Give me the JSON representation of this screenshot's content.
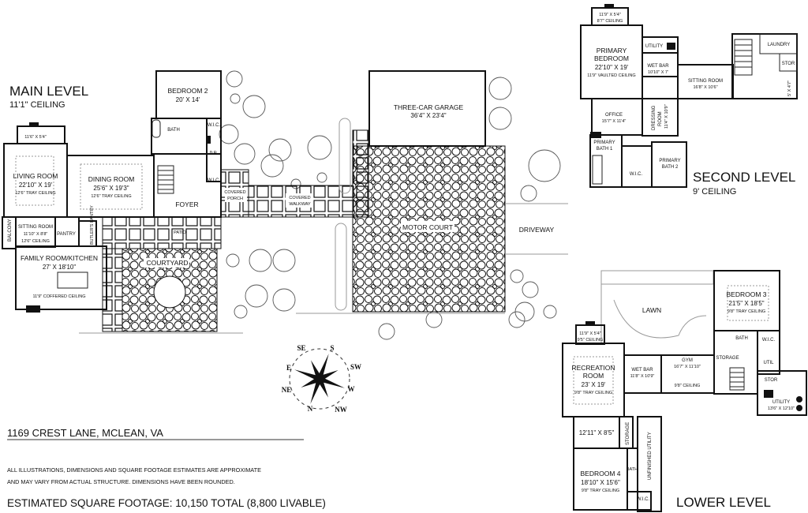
{
  "main_level": {
    "title": "MAIN LEVEL",
    "ceiling": "11'1\" CEILING",
    "bay_dims": "11'6\" X 5'4\"",
    "living_room": {
      "name": "LIVING ROOM",
      "dims": "22'10\" X 19'",
      "ceiling": "12'6\" TRAY CEILING"
    },
    "dining_room": {
      "name": "DINING ROOM",
      "dims": "25'6\" X 19'3\"",
      "ceiling": "12'6\" TRAY CEILING"
    },
    "bedroom_2": {
      "name": "BEDROOM 2",
      "dims": "20' X 14'"
    },
    "bath": "BATH",
    "wic_1": "W.I.C.",
    "wic_2": "W.I.C.",
    "powder_room": "P.R.",
    "foyer": "FOYER",
    "covered_porch": [
      "COVERED",
      "PORCH"
    ],
    "covered_walkway": [
      "COVERED",
      "WALKWAY"
    ],
    "sitting_room": {
      "name": "SITTING ROOM",
      "dims": "11'10\" X 8'8\"",
      "ceiling": "12'6\" CEILING"
    },
    "balcony": "BALCONY",
    "pantry": "PANTRY",
    "butlers_pantry": "BUTLER'S PANTRY",
    "family_room": {
      "name": "FAMILY ROOM/KITCHEN",
      "dims": "27' X 18'10\"",
      "ceiling": "11'9\" COFFERED CEILING"
    },
    "patio": "PATIO",
    "courtyard": "COURTYARD"
  },
  "site": {
    "garage": {
      "name": "THREE-CAR GARAGE",
      "dims": "36'4\" X 23'4\""
    },
    "motor_court": "MOTOR COURT",
    "driveway": "DRIVEWAY"
  },
  "second_level": {
    "title": "SECOND LEVEL",
    "ceiling": "9' CEILING",
    "bay": {
      "dims": "11'9\" X 5'4\"",
      "ceiling": "8'7\" CEILING"
    },
    "primary_bedroom": {
      "name": [
        "PRIMARY",
        "BEDROOM"
      ],
      "dims": "22'10\" X 19'",
      "ceiling": "11'9\" VAULTED CEILING"
    },
    "utility": "UTILITY",
    "wet_bar": {
      "name": "WET BAR",
      "dims": "10'10\" X 7'"
    },
    "sitting_room": {
      "name": "SITTING ROOM",
      "dims": "16'8\" X 10'6\""
    },
    "laundry": "LAUNDRY",
    "stor": "STOR",
    "closet_dims": "5' X 4'7\"",
    "office": {
      "name": "OFFICE",
      "dims": "15'7\" X 11'4\""
    },
    "dressing_room": {
      "name": [
        "DRESSING",
        "ROOM"
      ],
      "dims": "11'4\" X 10'9\""
    },
    "primary_bath_1": [
      "PRIMARY",
      "BATH 1"
    ],
    "wic": "W.I.C.",
    "primary_bath_2": [
      "PRIMARY",
      "BATH 2"
    ]
  },
  "lower_level": {
    "title": "LOWER LEVEL",
    "lawn": "LAWN",
    "bedroom_3": {
      "name": "BEDROOM 3",
      "dims": "21'5\" X 18'5\"",
      "ceiling": "9'8\" TRAY CEILING"
    },
    "bay": {
      "dims": "11'9\" X 5'4\"",
      "ceiling": "9'5\" CEILING"
    },
    "recreation_room": {
      "name": [
        "RECREATION",
        "ROOM"
      ],
      "dims": "23' X 19'",
      "ceiling": "9'8\" TRAY CEILING"
    },
    "wet_bar": {
      "name": "WET BAR",
      "dims": "11'8\" X 10'9\""
    },
    "gym": {
      "name": "GYM",
      "dims": "16'7\" X 11'10\"",
      "ceiling": "9'8\" CEILING"
    },
    "bath": "BATH",
    "wic": "W.I.C.",
    "storage": "STORAGE",
    "util": "UTIL",
    "stor": "STOR",
    "utility": {
      "name": "UTILITY",
      "dims": "13'6\" X 12'10\""
    },
    "small_room_dims": "12'11\" X 8'5\"",
    "storage_2": "STORAGE",
    "unfinished_utility": "UNFINISHED UTILITY",
    "bedroom_4": {
      "name": "BEDROOM 4",
      "dims": "18'10\" X 15'6\"",
      "ceiling": "9'8\" TRAY CEILING"
    },
    "bath_2": "BATH",
    "wic_2": "W.I.C."
  },
  "compass": {
    "N": "N",
    "NE": "NE",
    "E": "E",
    "SE": "SE",
    "S": "S",
    "SW": "SW",
    "W": "W",
    "NW": "NW"
  },
  "footer": {
    "address": "1169 CREST LANE, MCLEAN, VA",
    "disclaimer": [
      "ALL ILLUSTRATIONS, DIMENSIONS AND SQUARE FOOTAGE ESTIMATES ARE APPROXIMATE",
      "AND MAY VARY FROM ACTUAL STRUCTURE. DIMENSIONS HAVE BEEN ROUNDED."
    ],
    "square_footage": "ESTIMATED SQUARE FOOTAGE: 10,150 TOTAL (8,800 LIVABLE)"
  }
}
